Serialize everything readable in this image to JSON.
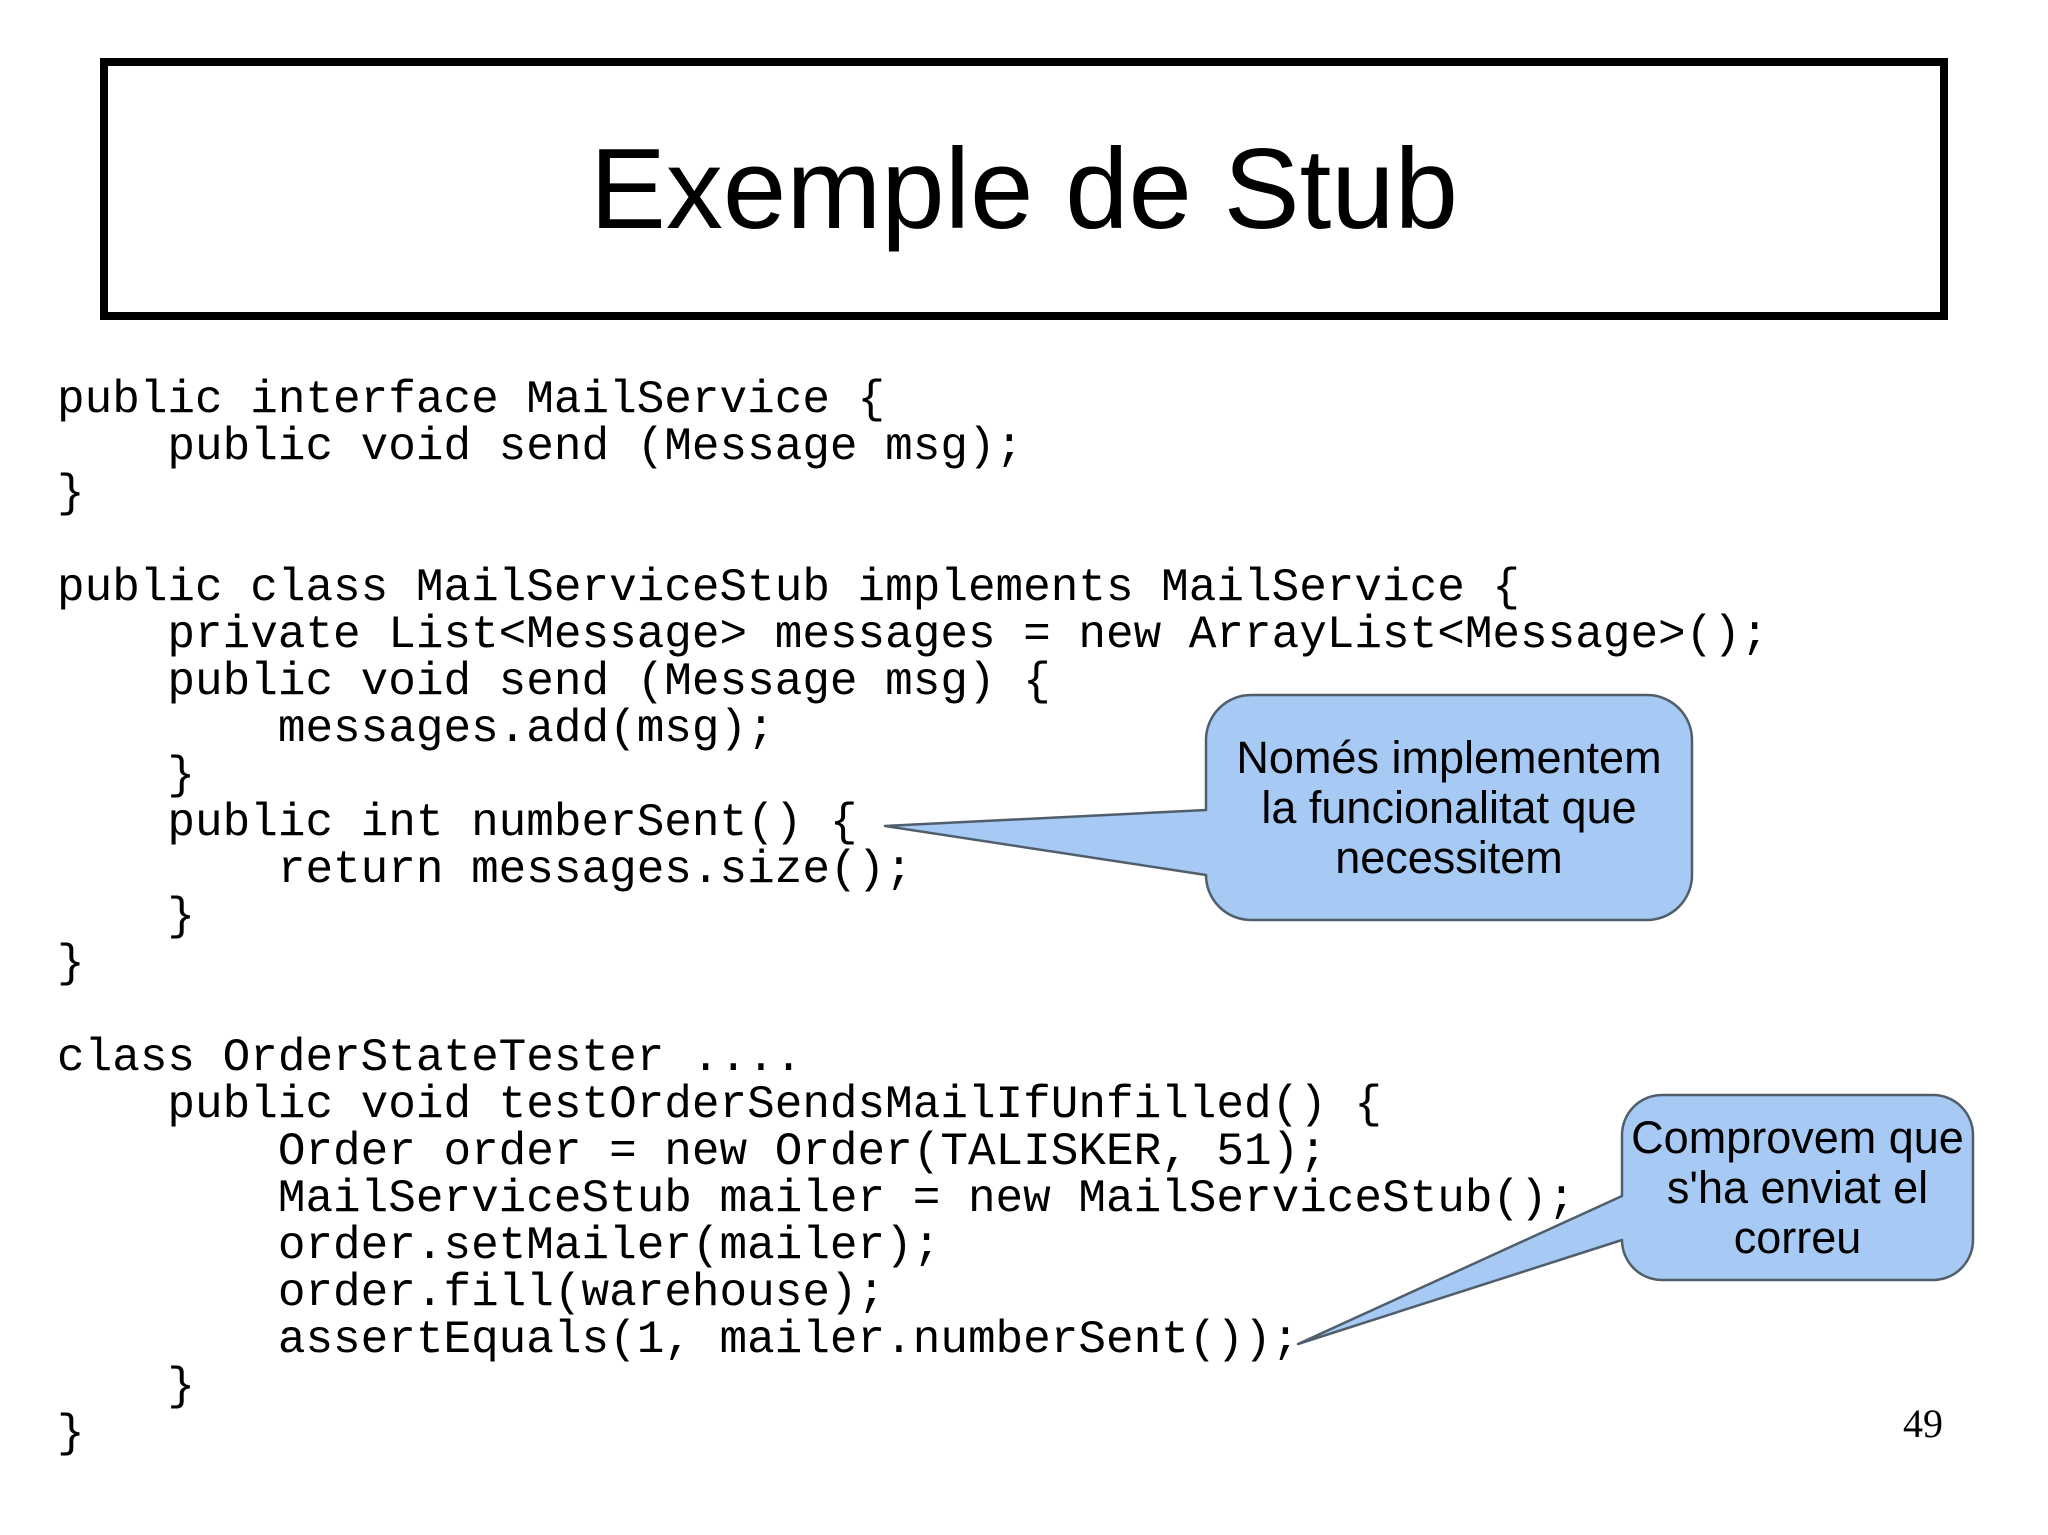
{
  "slide": {
    "title": "Exemple de Stub",
    "page_number": "49",
    "code": "public interface MailService {\n    public void send (Message msg);\n}\n\npublic class MailServiceStub implements MailService {\n    private List<Message> messages = new ArrayList<Message>();\n    public void send (Message msg) {\n        messages.add(msg);\n    }\n    public int numberSent() {\n        return messages.size();\n    }\n}\n\nclass OrderStateTester ....\n    public void testOrderSendsMailIfUnfilled() {\n        Order order = new Order(TALISKER, 51);\n        MailServiceStub mailer = new MailServiceStub();\n        order.setMailer(mailer);\n        order.fill(warehouse);\n        assertEquals(1, mailer.numberSent());\n    }\n}",
    "callouts": [
      {
        "text": "Només implementem la funcionalitat que necessitem",
        "lines": [
          "Només implementem",
          "la funcionalitat que",
          "necessitem"
        ],
        "points_to": "public int numberSent() {"
      },
      {
        "text": "Comprovem que s'ha enviat el correu",
        "lines": [
          "Comprovem que",
          "s'ha enviat el",
          "correu"
        ],
        "points_to": "assertEquals(1, mailer.numberSent());"
      }
    ],
    "colors": {
      "background": "#FFFFFF",
      "text": "#000000",
      "title_border": "#000000",
      "callout_fill": "#A6CAF3",
      "callout_border": "#505E6B"
    }
  }
}
